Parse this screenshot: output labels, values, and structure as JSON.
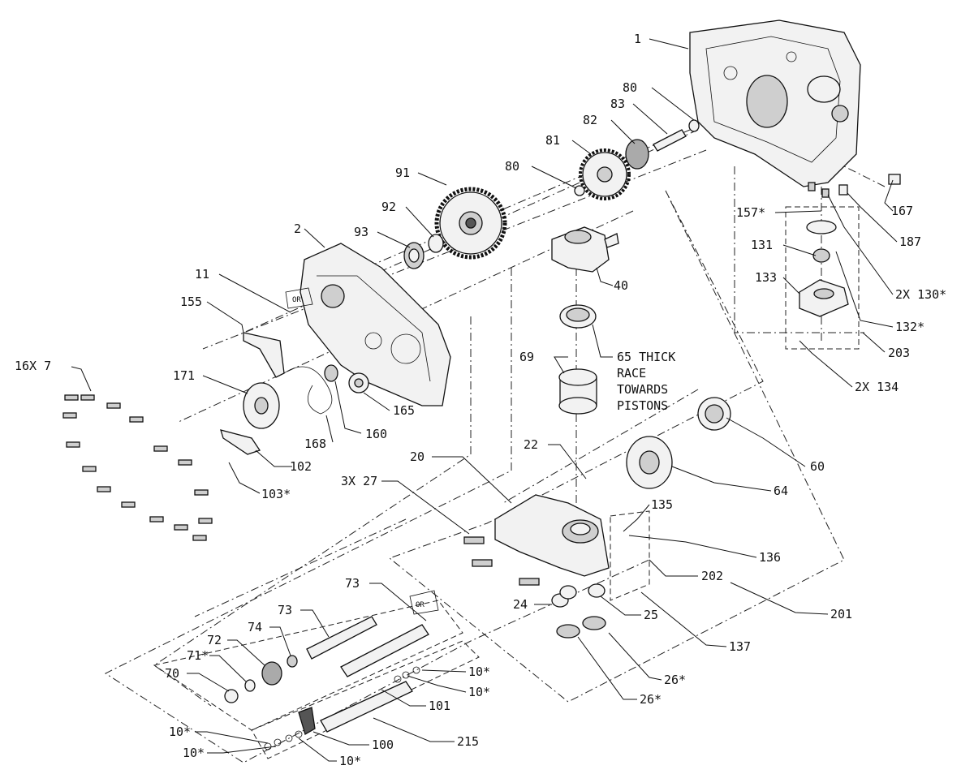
{
  "diagram": {
    "labels": [
      {
        "id": "1",
        "text": "1"
      },
      {
        "id": "80a",
        "text": "80"
      },
      {
        "id": "83",
        "text": "83"
      },
      {
        "id": "82",
        "text": "82"
      },
      {
        "id": "81",
        "text": "81"
      },
      {
        "id": "80b",
        "text": "80"
      },
      {
        "id": "91",
        "text": "91"
      },
      {
        "id": "92",
        "text": "92"
      },
      {
        "id": "93",
        "text": "93"
      },
      {
        "id": "2",
        "text": "2"
      },
      {
        "id": "11",
        "text": "11"
      },
      {
        "id": "155",
        "text": "155"
      },
      {
        "id": "16x7",
        "text": "16X 7"
      },
      {
        "id": "171",
        "text": "171"
      },
      {
        "id": "168",
        "text": "168"
      },
      {
        "id": "160",
        "text": "160"
      },
      {
        "id": "165",
        "text": "165"
      },
      {
        "id": "102",
        "text": "102"
      },
      {
        "id": "103",
        "text": "103*"
      },
      {
        "id": "40",
        "text": "40"
      },
      {
        "id": "65",
        "text": "65 THICK"
      },
      {
        "id": "65b",
        "text": "RACE"
      },
      {
        "id": "65c",
        "text": "TOWARDS"
      },
      {
        "id": "65d",
        "text": "PISTONS"
      },
      {
        "id": "69",
        "text": "69"
      },
      {
        "id": "167",
        "text": "167"
      },
      {
        "id": "187",
        "text": "187"
      },
      {
        "id": "157",
        "text": "157*"
      },
      {
        "id": "131",
        "text": "131"
      },
      {
        "id": "130",
        "text": "2X 130*"
      },
      {
        "id": "133",
        "text": "133"
      },
      {
        "id": "132",
        "text": "132*"
      },
      {
        "id": "203",
        "text": "203"
      },
      {
        "id": "134",
        "text": "2X 134"
      },
      {
        "id": "60",
        "text": "60"
      },
      {
        "id": "64",
        "text": "64"
      },
      {
        "id": "22",
        "text": "22"
      },
      {
        "id": "20",
        "text": "20"
      },
      {
        "id": "3x27",
        "text": "3X 27"
      },
      {
        "id": "135",
        "text": "135"
      },
      {
        "id": "136",
        "text": "136"
      },
      {
        "id": "202",
        "text": "202"
      },
      {
        "id": "201",
        "text": "201"
      },
      {
        "id": "137",
        "text": "137"
      },
      {
        "id": "24",
        "text": "24"
      },
      {
        "id": "25",
        "text": "25"
      },
      {
        "id": "26a",
        "text": "26*"
      },
      {
        "id": "26b",
        "text": "26*"
      },
      {
        "id": "73a",
        "text": "73"
      },
      {
        "id": "73b",
        "text": "73"
      },
      {
        "id": "74",
        "text": "74"
      },
      {
        "id": "72",
        "text": "72"
      },
      {
        "id": "71",
        "text": "71*"
      },
      {
        "id": "70",
        "text": "70"
      },
      {
        "id": "10a",
        "text": "10*"
      },
      {
        "id": "10b",
        "text": "10*"
      },
      {
        "id": "101",
        "text": "101"
      },
      {
        "id": "215",
        "text": "215"
      },
      {
        "id": "100",
        "text": "100"
      },
      {
        "id": "10c",
        "text": "10*"
      },
      {
        "id": "10d",
        "text": "10*"
      },
      {
        "id": "10e",
        "text": "10*"
      }
    ],
    "stamp_text": "OR"
  }
}
